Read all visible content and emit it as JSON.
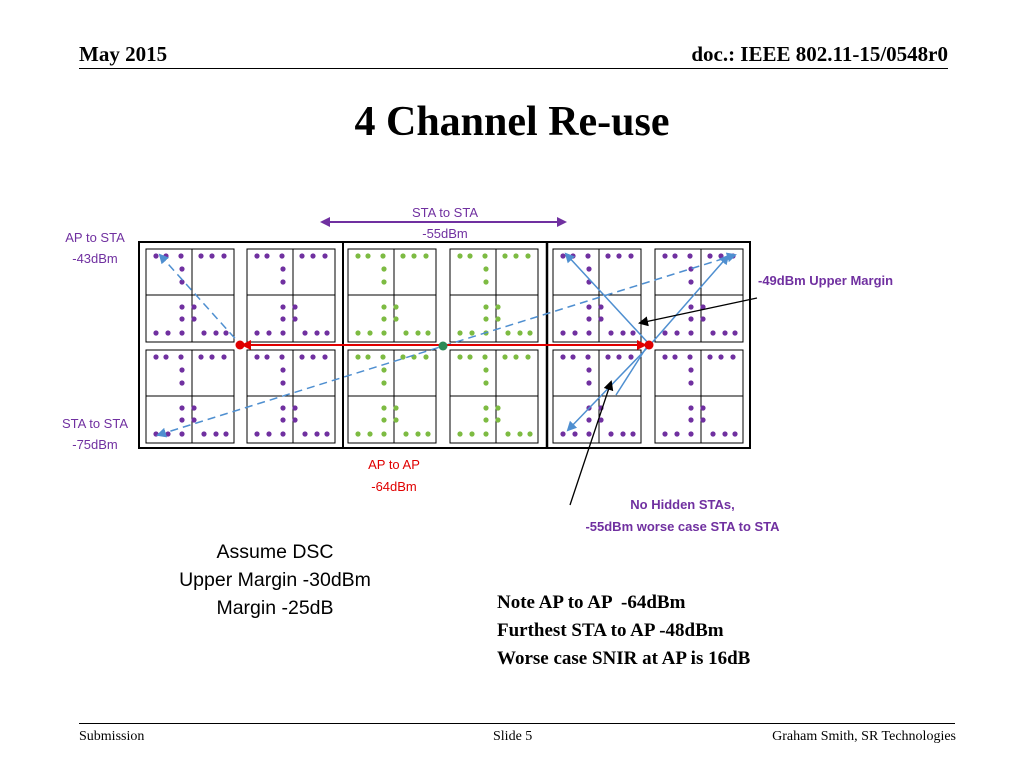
{
  "header": {
    "date": "May 2015",
    "doc": "doc.: IEEE 802.11-15/0548r0"
  },
  "title": "4 Channel Re-use",
  "diagram": {
    "sta_sta_top": [
      "STA to STA",
      "-55dBm"
    ],
    "ap_sta": [
      "AP to STA",
      "-43dBm"
    ],
    "sta_sta_left": [
      "STA to STA",
      "-75dBm"
    ],
    "ap_ap": [
      "AP to AP",
      "-64dBm"
    ],
    "upper_margin": "-49dBm Upper Margin",
    "no_hidden": [
      "No Hidden STAs,",
      "-55dBm worse case STA to STA"
    ],
    "colors": {
      "purple": "#7030a0",
      "green": "#7dbb42",
      "blue": "#4f8fd0",
      "red": "#e00000",
      "ap_green": "#2e8b57"
    }
  },
  "assume": [
    "Assume DSC",
    "Upper Margin -30dBm",
    "Margin -25dB"
  ],
  "note": [
    "Note AP to AP  -64dBm",
    "Furthest STA to AP -48dBm",
    "Worse case SNIR at AP is 16dB"
  ],
  "footer": {
    "left": "Submission",
    "center": "Slide 5",
    "right": "Graham Smith, SR Technologies"
  }
}
